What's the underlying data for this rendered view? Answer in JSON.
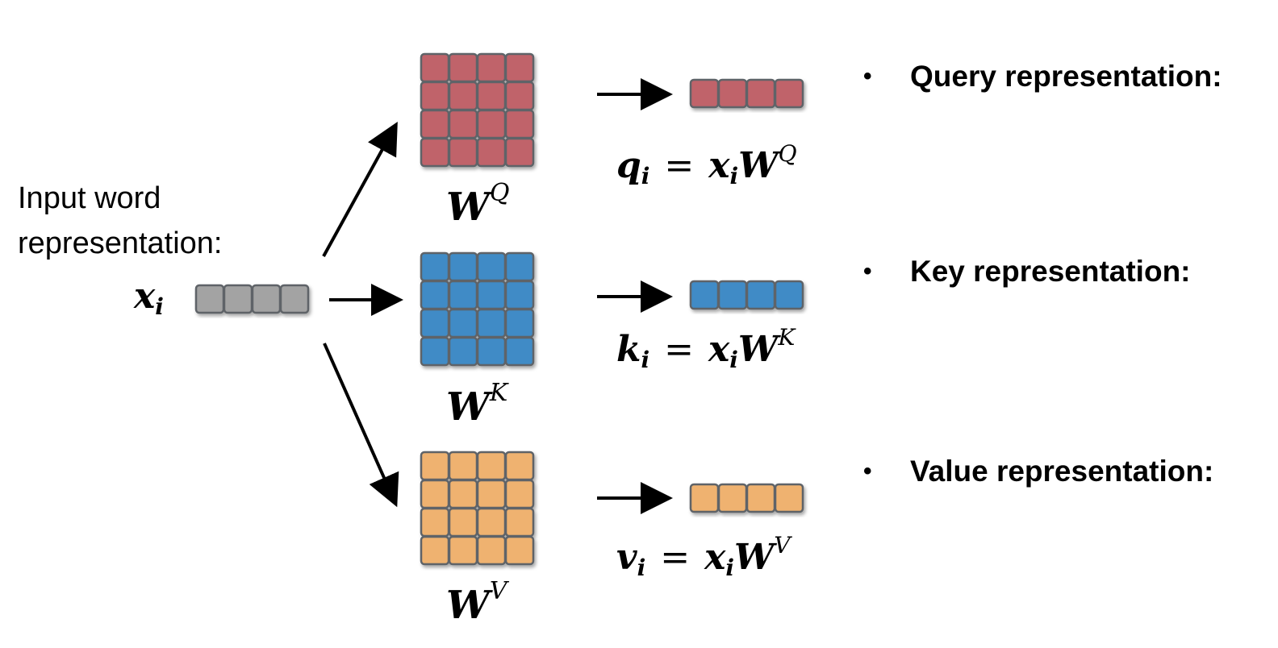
{
  "input": {
    "label_line1": "Input word",
    "label_line2": "representation:",
    "symbol": "x",
    "subscript": "i",
    "vector_cells": 4,
    "color": "#a3a3a3"
  },
  "matrices": [
    {
      "id": "query",
      "symbol": "W",
      "superscript": "Q",
      "color": "#c0646a",
      "rows": 4,
      "cols": 4
    },
    {
      "id": "key",
      "symbol": "W",
      "superscript": "K",
      "color": "#3f8bc6",
      "rows": 4,
      "cols": 4
    },
    {
      "id": "value",
      "symbol": "W",
      "superscript": "V",
      "color": "#efb270",
      "rows": 4,
      "cols": 4
    }
  ],
  "outputs": [
    {
      "id": "query",
      "lhs": "q",
      "sub": "i",
      "eq": "=",
      "rhs_x": "x",
      "rhs_sub": "i",
      "rhs_W": "W",
      "rhs_sup": "Q",
      "color": "#c0646a",
      "cells": 4
    },
    {
      "id": "key",
      "lhs": "k",
      "sub": "i",
      "eq": "=",
      "rhs_x": "x",
      "rhs_sub": "i",
      "rhs_W": "W",
      "rhs_sup": "K",
      "color": "#3f8bc6",
      "cells": 4
    },
    {
      "id": "value",
      "lhs": "v",
      "sub": "i",
      "eq": "=",
      "rhs_x": "x",
      "rhs_sub": "i",
      "rhs_W": "W",
      "rhs_sup": "V",
      "color": "#efb270",
      "cells": 4
    }
  ],
  "bullets": [
    {
      "marker": "•",
      "text": "Query representation:"
    },
    {
      "marker": "•",
      "text": "Key representation:"
    },
    {
      "marker": "•",
      "text": "Value representation:"
    }
  ],
  "colors": {
    "cell_border": "#5f6468",
    "arrow": "#000000"
  }
}
